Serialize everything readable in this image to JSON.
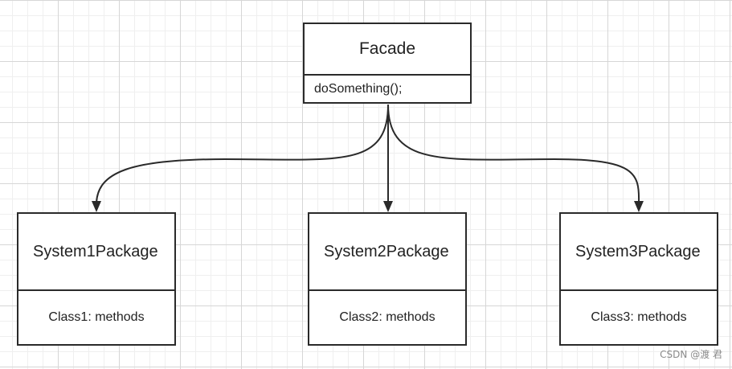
{
  "facade": {
    "title": "Facade",
    "method": "doSomething();"
  },
  "packages": [
    {
      "title": "System1Package",
      "member": "Class1: methods"
    },
    {
      "title": "System2Package",
      "member": "Class2: methods"
    },
    {
      "title": "System3Package",
      "member": "Class3: methods"
    }
  ],
  "watermark": "CSDN @渡 君",
  "colors": {
    "stroke": "#2a2a2a",
    "grid_major": "#d6d6d6",
    "grid_minor": "#efefef"
  }
}
